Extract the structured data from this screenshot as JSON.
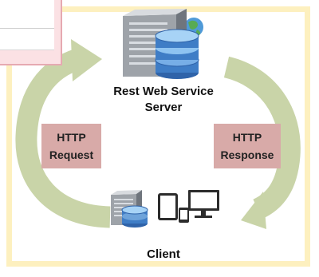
{
  "diagram": {
    "server_label": "Rest Web Service Server",
    "client_label": "Client",
    "request_label": "HTTP Request",
    "response_label": "HTTP Response"
  },
  "colors": {
    "frame": "#fdf0bf",
    "arrow": "#c9d4a8",
    "tag": "#d8aaa8",
    "overlay": "#fbe1e4"
  },
  "icons": {
    "server": "server-with-globe-and-database",
    "client": "small-server-tablet-phone-monitor"
  }
}
